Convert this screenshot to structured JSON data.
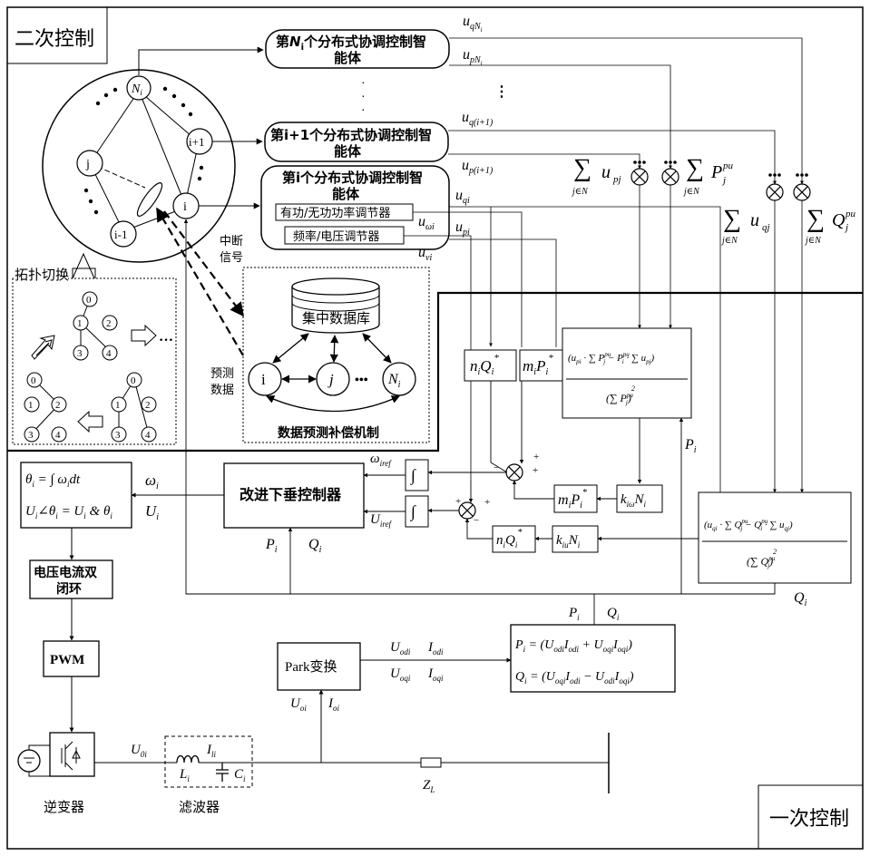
{
  "regions": {
    "secondary": "二次控制",
    "primary": "一次控制"
  },
  "agents": {
    "agent_n_line1": "第",
    "agent_n_sym": "N",
    "agent_n_sub": "i",
    "agent_n_line1_rest": "个分布式协调控制智",
    "agent_n_line2": "能体",
    "agent_i1_line1": "第i+1个分布式协调控制智",
    "agent_i1_line2": "能体",
    "agent_i_line1": "第i个分布式协调控制智",
    "agent_i_line2": "能体",
    "pq_regulator": "有功/无功功率调节器",
    "fv_regulator": "频率/电压调节器"
  },
  "graph": {
    "node_ni": "N",
    "node_ni_sub": "i",
    "node_i1": "i+1",
    "node_j": "j",
    "node_im1": "i-1",
    "node_i": "i"
  },
  "topology": {
    "label": "拓扑切换",
    "dots": "…",
    "tree1": [
      "0",
      "1",
      "2",
      "3",
      "4"
    ],
    "tree2": [
      "0",
      "1",
      "2",
      "3",
      "4"
    ],
    "tree3": [
      "0",
      "1",
      "2",
      "3",
      "4"
    ]
  },
  "database": {
    "title": "集中数据库",
    "node_i": "i",
    "node_j": "j",
    "dots": "•••",
    "node_n": "N",
    "node_n_sub": "i",
    "caption": "数据预测补偿机制",
    "interrupt_1": "中断",
    "interrupt_2": "信号",
    "predict_1": "预测",
    "predict_2": "数据"
  },
  "signals": {
    "u": "u",
    "qNi_sub": "qN",
    "qNi_subsub": "i",
    "pNi_sub": "pN",
    "pNi_subsub": "i",
    "q_i1": "q(i+1)",
    "p_i1": "p(i+1)",
    "qi": "qi",
    "pi": "pi",
    "wi": "ωi",
    "vi": "vi",
    "sum1_base": "u",
    "sum1_sub": "pj",
    "sum2_base": "P",
    "sum2_sup": "pu",
    "sum2_sub": "j",
    "sum3_base": "u",
    "sum3_sub": "qj",
    "sum4_base": "Q",
    "sum4_sup": "pu",
    "sum4_sub": "j",
    "sum_index": "j∈N",
    "sum_index_sub": "i",
    "Pi": "P",
    "Pi_sub": "i",
    "Qi": "Q",
    "Qi_sub": "i",
    "omega_iref": "ω",
    "omega_iref_sub": "iref",
    "U_iref": "U",
    "U_iref_sub": "iref",
    "omega_i": "ω",
    "omega_i_sub": "i",
    "U_i": "U",
    "U_i_sub": "i",
    "U0i": "U",
    "U0i_sub": "0i",
    "Ili": "I",
    "Ili_sub": "li",
    "Li": "L",
    "Li_sub": "i",
    "Ci": "C",
    "Ci_sub": "i",
    "ZL": "Z",
    "ZL_sub": "L",
    "Uoi": "U",
    "Uoi_sub": "oi",
    "Ioi": "I",
    "Ioi_sub": "oi",
    "Uodi": "U",
    "Uodi_sub": "odi",
    "Iodi": "I",
    "Iodi_sub": "odi",
    "Uoqi": "U",
    "Uoqi_sub": "oqi",
    "Ioqi": "I",
    "Ioqi_sub": "oqi",
    "vdots": "·",
    "hdots": "⋮"
  },
  "blocks": {
    "nQ": "n",
    "nQ_sub": "i",
    "nQ_var": "Q",
    "nQ_star": "*",
    "mP": "m",
    "mP_sub": "i",
    "mP_var": "P",
    "mP_star": "*",
    "integrator": "∫",
    "droop": "改进下垂控制器",
    "k_iw": "k",
    "k_iw_sub": "iω",
    "k_N": "N",
    "k_N_sub": "i",
    "k_iu": "k",
    "k_iu_sub": "iu",
    "park": "Park变换",
    "theta_eq1": "θ",
    "theta_eq1_rest": "= ∫ω",
    "theta_eq1_end": "dt",
    "theta_eq2": "U∠θ = U & θ",
    "vc_loop_1": "电压电流双",
    "vc_loop_2": "闭环",
    "pwm": "PWM",
    "inverter": "逆变器",
    "filter": "滤波器",
    "p_formula": "P = (U I + U I )",
    "q_formula": "Q = (U I − U I )"
  }
}
